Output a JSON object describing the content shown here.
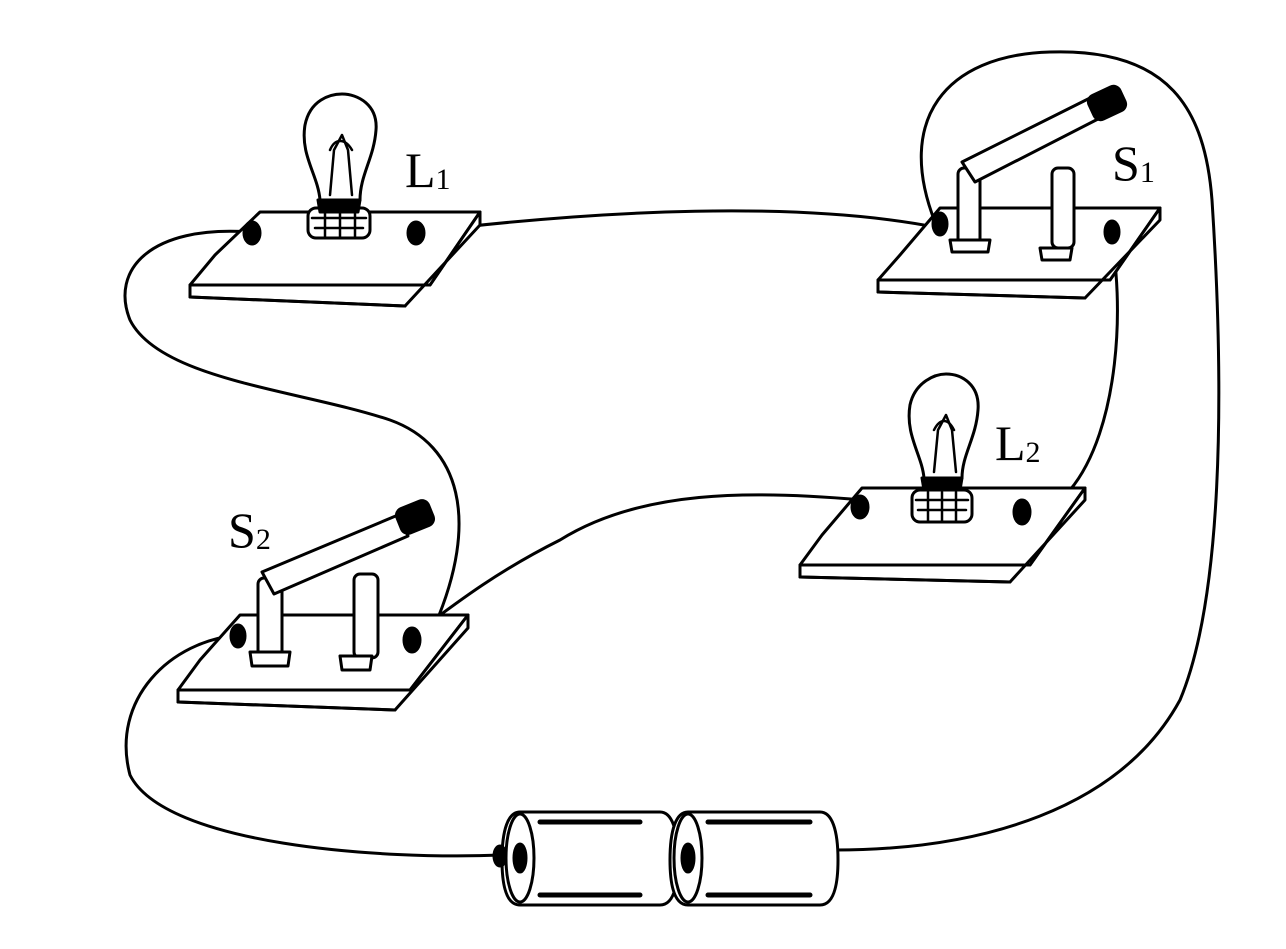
{
  "labels": {
    "lamp1": {
      "main": "L",
      "sub": "1"
    },
    "lamp2": {
      "main": "L",
      "sub": "2"
    },
    "switch1": {
      "main": "S",
      "sub": "1"
    },
    "switch2": {
      "main": "S",
      "sub": "2"
    }
  },
  "colors": {
    "ink": "#000000",
    "board": "#ffffff",
    "background": "#ffffff"
  }
}
